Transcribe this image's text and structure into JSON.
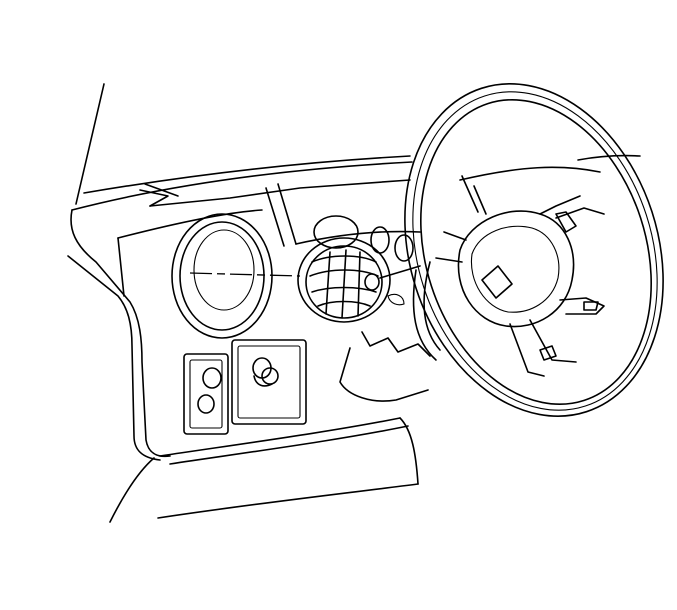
{
  "figure": {
    "background": "#ffffff",
    "line_color": "#000000",
    "parts": [
      "left-instrument-panel-vent",
      "center-air-outlet",
      "instrument-cluster-gauges",
      "steering-wheel",
      "left-switch-panel"
    ]
  }
}
